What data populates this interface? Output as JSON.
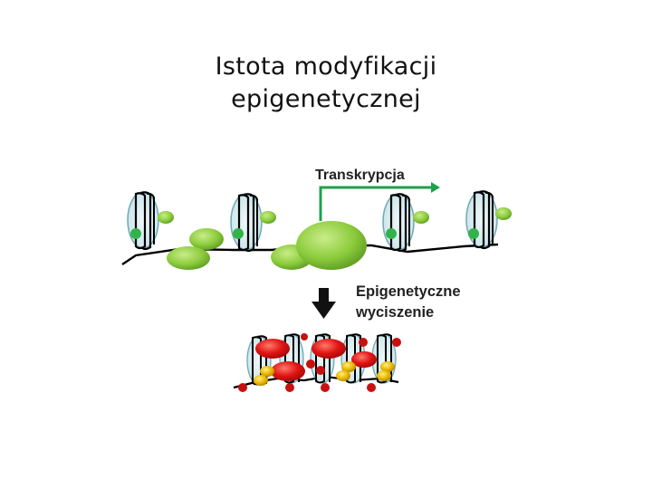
{
  "title": {
    "line1": "Istota modyfikacji",
    "line2": "epigenetycznej"
  },
  "labels": {
    "transcription": "Transkrypcja",
    "silencing_line1": "Epigenetyczne",
    "silencing_line2": "wyciszenie"
  },
  "colors": {
    "dna": "#000000",
    "nucleosome_fill": "#d8ecf0",
    "nucleosome_stroke": "#6fa9b5",
    "active_factor": "#8ccc3c",
    "active_mark": "#33b24a",
    "arrow_green": "#1fa14a",
    "repressor": "#e11414",
    "methyl_mark": "#c81010",
    "yellow_mark": "#e8b400"
  },
  "icons": [
    "down-arrow-icon",
    "transcription-arrow-icon"
  ]
}
